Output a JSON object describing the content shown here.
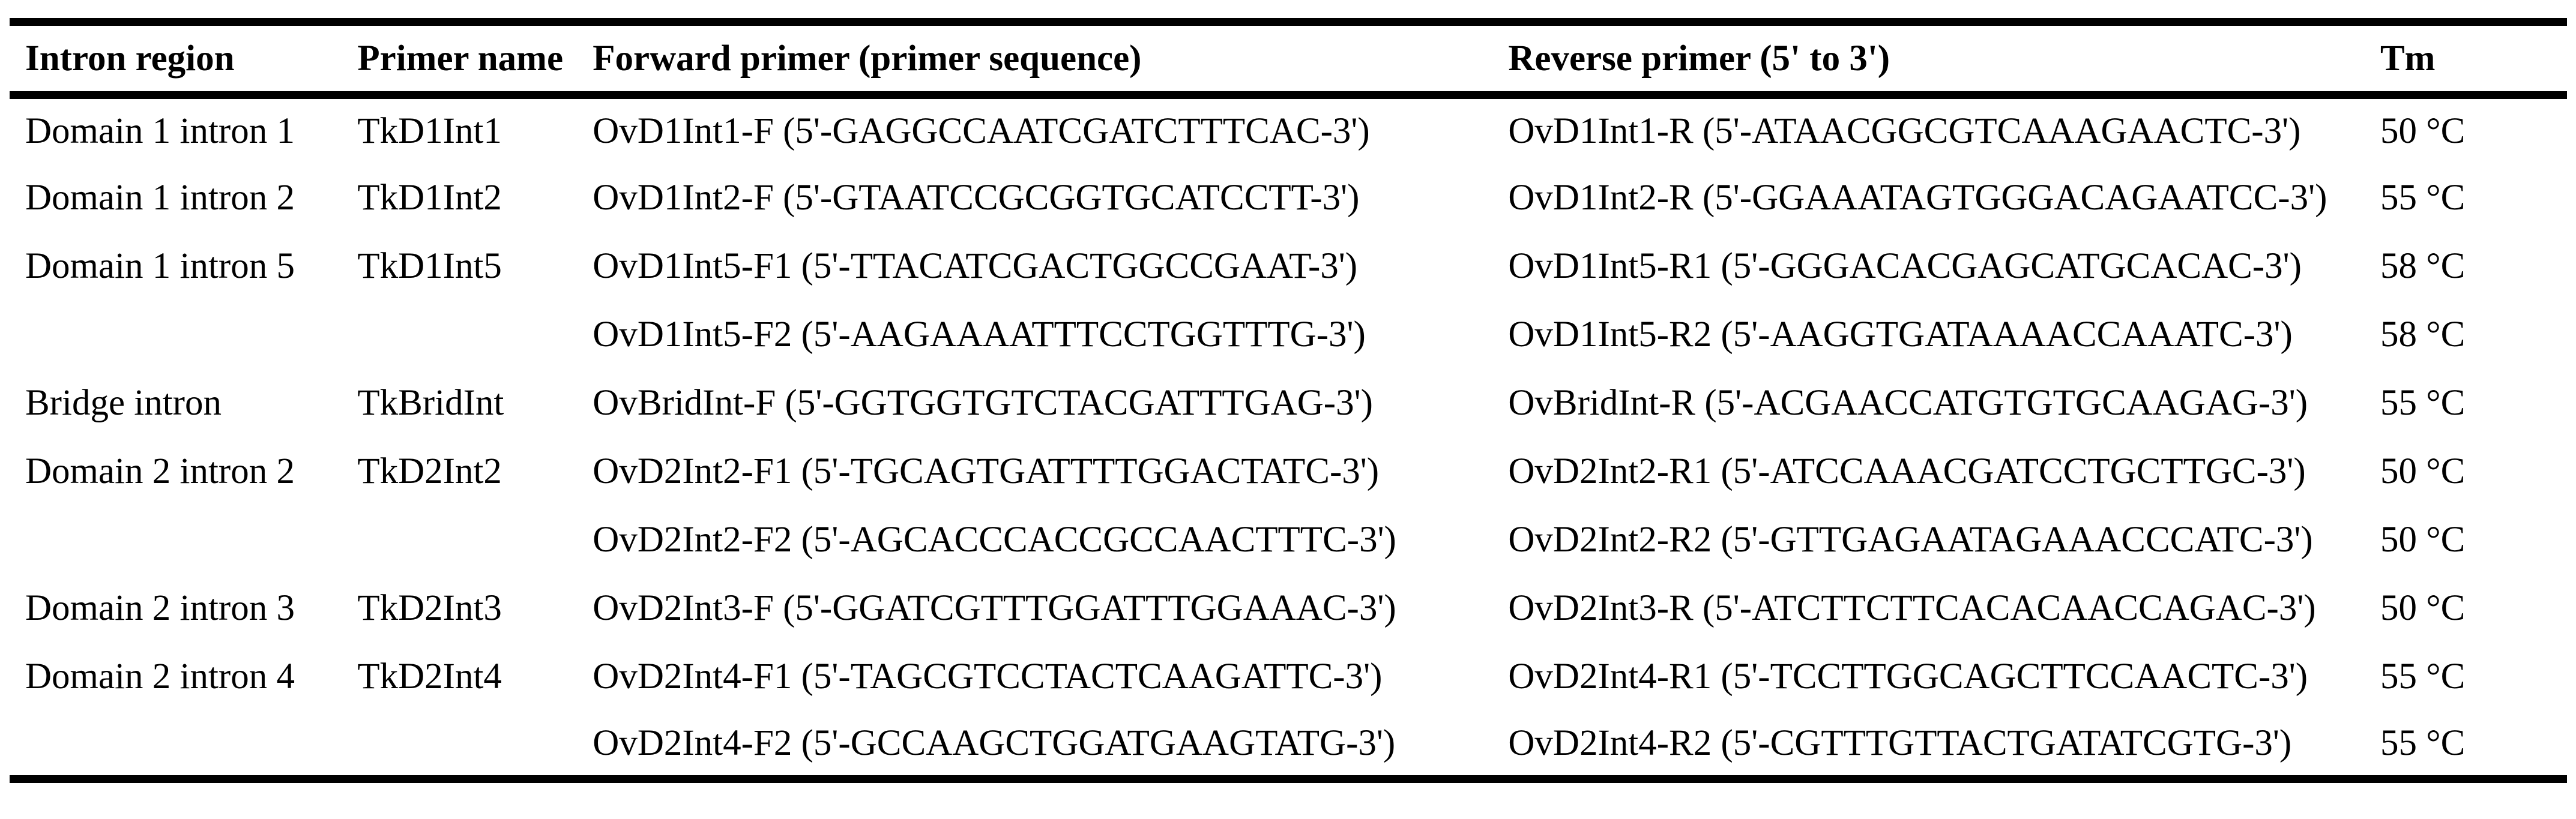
{
  "table": {
    "columns": [
      "Intron region",
      "Primer name",
      "Forward primer (primer sequence)",
      "Reverse primer (5' to 3')",
      "Tm"
    ],
    "rows": [
      {
        "intron_region": "Domain 1 intron 1",
        "primer_name": "TkD1Int1",
        "forward_primer": "OvD1Int1-F (5'-GAGGCCAATCGATCTTTCAC-3')",
        "reverse_primer": "OvD1Int1-R (5'-ATAACGGCGTCAAAGAACTC-3')",
        "tm": "50 °C"
      },
      {
        "intron_region": "Domain 1 intron 2",
        "primer_name": "TkD1Int2",
        "forward_primer": "OvD1Int2-F (5'-GTAATCCGCGGTGCATCCTT-3')",
        "reverse_primer": "OvD1Int2-R (5'-GGAAATAGTGGGACAGAATCC-3')",
        "tm": "55 °C"
      },
      {
        "intron_region": "Domain 1 intron 5",
        "primer_name": "TkD1Int5",
        "forward_primer": "OvD1Int5-F1 (5'-TTACATCGACTGGCCGAAT-3')",
        "reverse_primer": "OvD1Int5-R1 (5'-GGGACACGAGCATGCACAC-3')",
        "tm": "58 °C"
      },
      {
        "intron_region": "",
        "primer_name": "",
        "forward_primer": "OvD1Int5-F2 (5'-AAGAAAATTTCCTGGTTTG-3')",
        "reverse_primer": "OvD1Int5-R2 (5'-AAGGTGATAAAACCAAATC-3')",
        "tm": "58 °C"
      },
      {
        "intron_region": "Bridge intron",
        "primer_name": "TkBridInt",
        "forward_primer": "OvBridInt-F (5'-GGTGGTGTCTACGATTTGAG-3')",
        "reverse_primer": "OvBridInt-R (5'-ACGAACCATGTGTGCAAGAG-3')",
        "tm": "55 °C"
      },
      {
        "intron_region": "Domain 2 intron 2",
        "primer_name": "TkD2Int2",
        "forward_primer": "OvD2Int2-F1 (5'-TGCAGTGATTTTGGACTATC-3')",
        "reverse_primer": "OvD2Int2-R1 (5'-ATCCAAACGATCCTGCTTGC-3')",
        "tm": "50 °C"
      },
      {
        "intron_region": "",
        "primer_name": "",
        "forward_primer": "OvD2Int2-F2 (5'-AGCACCCACCGCCAACTTTC-3')",
        "reverse_primer": "OvD2Int2-R2 (5'-GTTGAGAATAGAAACCCATC-3')",
        "tm": "50 °C"
      },
      {
        "intron_region": "Domain 2 intron 3",
        "primer_name": "TkD2Int3",
        "forward_primer": "OvD2Int3-F (5'-GGATCGTTTGGATTTGGAAAC-3')",
        "reverse_primer": "OvD2Int3-R (5'-ATCTTCTTCACACAACCAGAC-3')",
        "tm": "50 °C"
      },
      {
        "intron_region": "Domain 2 intron 4",
        "primer_name": "TkD2Int4",
        "forward_primer": "OvD2Int4-F1 (5'-TAGCGTCCTACTCAAGATTC-3')",
        "reverse_primer": "OvD2Int4-R1 (5'-TCCTTGGCAGCTTCCAACTC-3')",
        "tm": "55 °C"
      },
      {
        "intron_region": "",
        "primer_name": "",
        "forward_primer": "OvD2Int4-F2 (5'-GCCAAGCTGGATGAAGTATG-3')",
        "reverse_primer": "OvD2Int4-R2 (5'-CGTTTGTTACTGATATCGTG-3')",
        "tm": "55 °C"
      }
    ]
  }
}
